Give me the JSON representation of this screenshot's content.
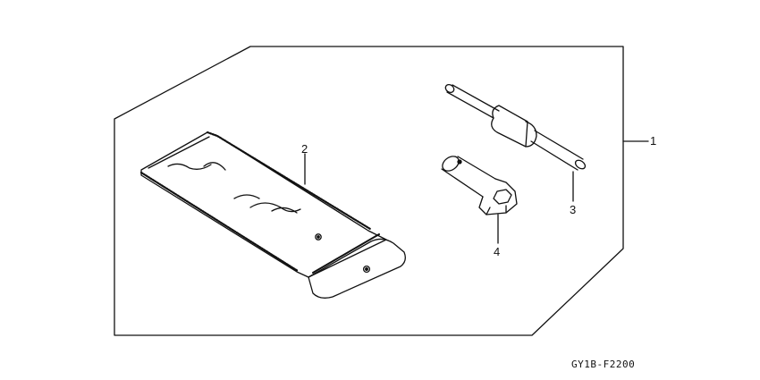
{
  "callouts": {
    "tool_kit": "1",
    "tool_bag": "2",
    "handle_bar": "3",
    "plug_wrench": "4"
  },
  "diagram_code": "GY1B-F2200"
}
